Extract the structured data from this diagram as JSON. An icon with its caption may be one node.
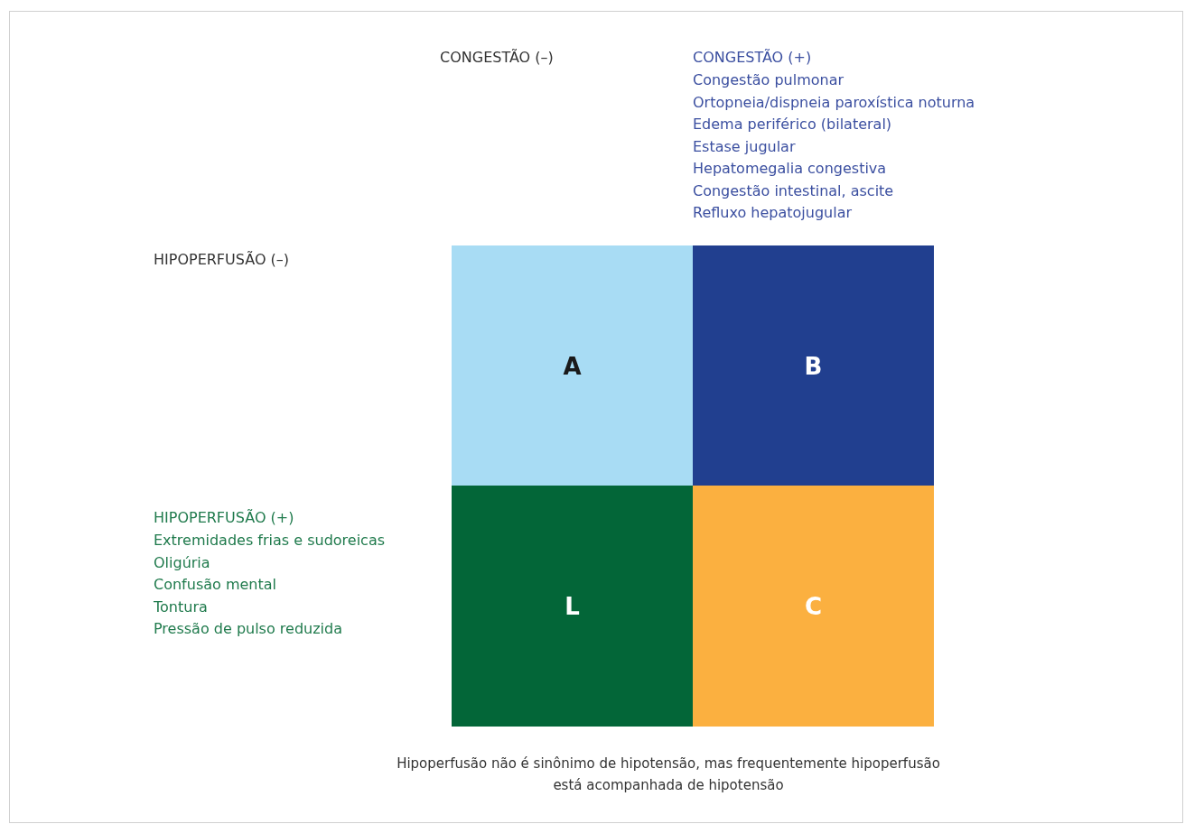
{
  "diagram": {
    "caption": "Hipoperfusão não é sinônimo de hipotensão, mas frequentemente hipoperfusão está acompanhada de hipotensão",
    "nodes": [
      {
        "text": [
          "A"
        ]
      },
      {
        "text": [
          "B"
        ]
      },
      {
        "text": [
          "L"
        ]
      },
      {
        "text": [
          "C"
        ]
      }
    ],
    "labels": [
      "CONGESTÃO (–)",
      "CONGESTÃO (+)",
      "Congestão pulmonar",
      "Ortopneia/dispneia paroxística noturna",
      "Edema periférico (bilateral)",
      "Estase jugular",
      "Hepatomegalia congestiva",
      "Congestão intestinal, ascite",
      "Refluxo hepatojugular",
      "HIPOPERFUSÃO (–)",
      "HIPOPERFUSÃO (+)",
      "Extremidades frias e sudoreicas",
      "Oligúria",
      "Confusão mental",
      "Tontura",
      "Pressão de pulso reduzida"
    ]
  }
}
